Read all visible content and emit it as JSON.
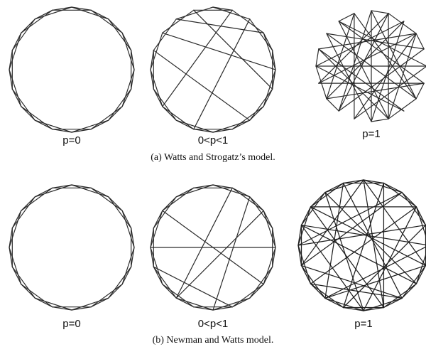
{
  "figure": {
    "rows": [
      {
        "caption": "(a) Watts and Strogatz’s model.",
        "graphs": [
          {
            "label": "p=0",
            "nodes": 20,
            "rewired": []
          },
          {
            "label": "0<p<1",
            "nodes": 20,
            "rewired": [
              [
                1,
                13
              ],
              [
                2,
                11
              ],
              [
                19,
                6
              ],
              [
                16,
                8
              ],
              [
                17,
                5
              ],
              [
                18,
                3
              ]
            ]
          },
          {
            "label": "p=1",
            "nodes": 20,
            "rewired": [
              [
                0,
                7
              ],
              [
                1,
                12
              ],
              [
                2,
                15
              ],
              [
                3,
                9
              ],
              [
                4,
                17
              ],
              [
                5,
                11
              ],
              [
                6,
                14
              ],
              [
                8,
                16
              ],
              [
                9,
                18
              ],
              [
                10,
                2
              ],
              [
                11,
                19
              ],
              [
                12,
                4
              ],
              [
                13,
                6
              ],
              [
                14,
                1
              ],
              [
                15,
                8
              ],
              [
                16,
                3
              ],
              [
                17,
                10
              ],
              [
                18,
                5
              ],
              [
                19,
                13
              ],
              [
                0,
                10
              ],
              [
                3,
                14
              ],
              [
                7,
                17
              ],
              [
                5,
                15
              ],
              [
                9,
                1
              ],
              [
                12,
                0
              ],
              [
                6,
                18
              ],
              [
                11,
                3
              ],
              [
                16,
                9
              ],
              [
                13,
                2
              ],
              [
                19,
                7
              ]
            ]
          }
        ]
      },
      {
        "caption": "(b) Newman and Watts model.",
        "graphs": [
          {
            "label": "p=0",
            "nodes": 20,
            "shortcuts": []
          },
          {
            "label": "0<p<1",
            "nodes": 20,
            "shortcuts": [
              [
                1,
                12
              ],
              [
                2,
                10
              ],
              [
                3,
                12
              ],
              [
                15,
                5
              ],
              [
                17,
                7
              ],
              [
                14,
                9
              ]
            ]
          },
          {
            "label": "p=1",
            "nodes": 20,
            "shortcuts": [
              [
                0,
                9
              ],
              [
                1,
                11
              ],
              [
                2,
                14
              ],
              [
                3,
                13
              ],
              [
                4,
                15
              ],
              [
                5,
                16
              ],
              [
                6,
                17
              ],
              [
                7,
                18
              ],
              [
                8,
                19
              ],
              [
                9,
                1
              ],
              [
                10,
                3
              ],
              [
                11,
                4
              ],
              [
                12,
                6
              ],
              [
                13,
                8
              ],
              [
                14,
                0
              ],
              [
                15,
                2
              ],
              [
                16,
                7
              ],
              [
                17,
                9
              ],
              [
                18,
                10
              ],
              [
                19,
                12
              ],
              [
                0,
                6
              ],
              [
                5,
                12
              ],
              [
                3,
                17
              ],
              [
                8,
                14
              ],
              [
                10,
                16
              ]
            ]
          }
        ]
      }
    ]
  }
}
